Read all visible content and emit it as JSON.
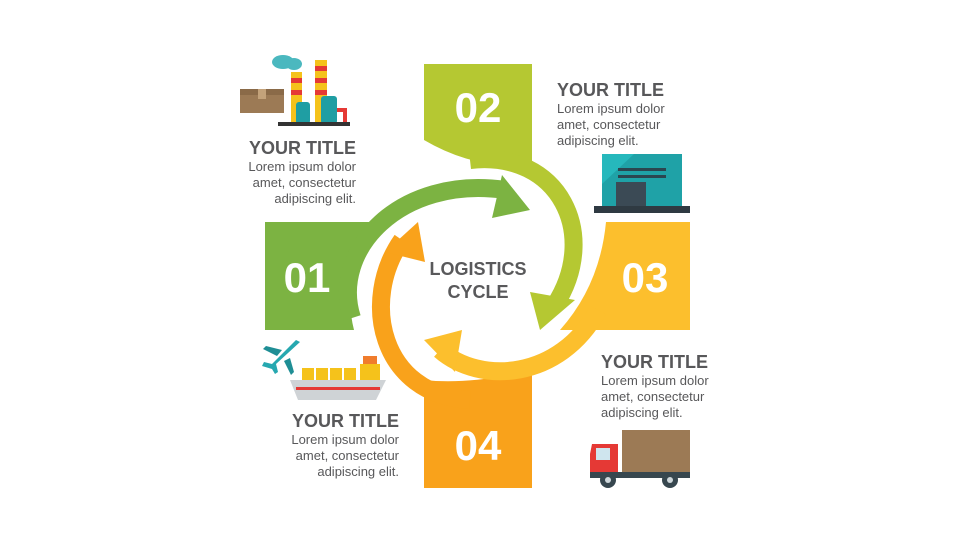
{
  "center": {
    "line1": "LOGISTICS",
    "line2": "CYCLE"
  },
  "steps": [
    {
      "number": "01",
      "color": "#7cb342",
      "title": "YOUR TITLE",
      "text": [
        "Lorem ipsum dolor",
        "amet, consectetur",
        "adipiscing elit."
      ]
    },
    {
      "number": "02",
      "color": "#b5c832",
      "title": "YOUR TITLE",
      "text": [
        "Lorem ipsum dolor",
        "amet, consectetur",
        "adipiscing elit."
      ]
    },
    {
      "number": "03",
      "color": "#fcbf2d",
      "title": "YOUR TITLE",
      "text": [
        "Lorem ipsum dolor",
        "amet, consectetur",
        "adipiscing elit."
      ]
    },
    {
      "number": "04",
      "color": "#f9a21b",
      "title": "YOUR TITLE",
      "text": [
        "Lorem ipsum dolor",
        "amet, consectetur",
        "adipiscing elit."
      ]
    }
  ],
  "icons": [
    "factory-icon",
    "warehouse-icon",
    "truck-icon",
    "ship-icon",
    "airplane-icon"
  ]
}
